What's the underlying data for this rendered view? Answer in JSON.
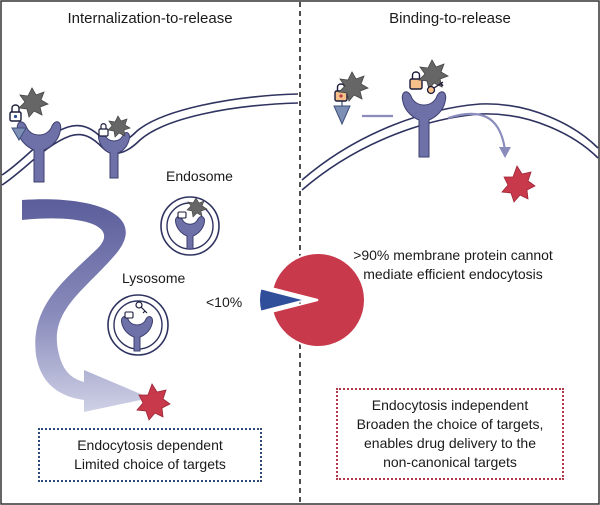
{
  "panels": {
    "left_title": "Internalization-to-release",
    "right_title": "Binding-to-release"
  },
  "labels": {
    "endosome": "Endosome",
    "lysosome": "Lysosome",
    "pie_small_label": "<10%",
    "pie_large_label_line1": ">90% membrane protein cannot",
    "pie_large_label_line2": "mediate efficient endocytosis"
  },
  "left_box": {
    "line1": "Endocytosis dependent",
    "line2": "Limited choice of targets"
  },
  "right_box": {
    "line1": "Endocytosis independent",
    "line2": "Broaden the choice of targets,",
    "line3": "enables drug delivery to the",
    "line4": "non-canonical targets"
  },
  "pie": {
    "large_fraction": 0.92,
    "small_fraction": 0.08
  },
  "colors": {
    "receptor": "#6e70a8",
    "membrane": "#2f3360",
    "drug_released": "#c8394b",
    "drug_bound": "#6b6b6b",
    "pie_large": "#c8394b",
    "pie_small": "#2f4f9a",
    "left_box_border": "#2b4a7a",
    "right_box_border": "#b23a48",
    "divider": "#222222"
  },
  "icons": {
    "drug": "star-icon",
    "linker_left": "lock-icon",
    "linker_right": "key-icon"
  }
}
